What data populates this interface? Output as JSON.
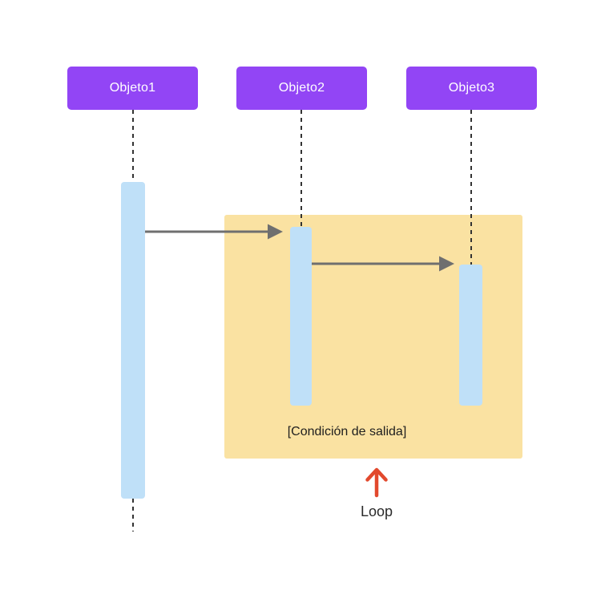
{
  "diagram": {
    "type": "uml-sequence-diagram",
    "actors": [
      {
        "id": "objeto1",
        "label": "Objeto1"
      },
      {
        "id": "objeto2",
        "label": "Objeto2"
      },
      {
        "id": "objeto3",
        "label": "Objeto3"
      }
    ],
    "messages": [
      {
        "from": "objeto1",
        "to": "objeto2",
        "label": ""
      },
      {
        "from": "objeto2",
        "to": "objeto3",
        "label": ""
      }
    ],
    "loop": {
      "condition": "[Condición de salida]",
      "label": "Loop"
    },
    "colors": {
      "actor_fill": "#9245F5",
      "actor_text": "#FFFFFF",
      "activation_fill": "#BFE0F8",
      "loop_fill": "#FAE2A2",
      "arrow": "#6F6F6F",
      "lifeline": "#333333",
      "annotation_arrow": "#E2492D",
      "text": "#1E1E1E",
      "background": "#FFFFFF"
    }
  }
}
